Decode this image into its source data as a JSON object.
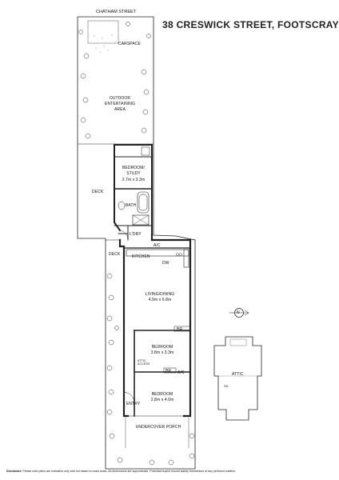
{
  "title": "38 CRESWICK STREET, FOOTSCRAY",
  "street": "CHATHAM STREET",
  "rooms": {
    "carspace": "CARSPACE",
    "outdoor_line1": "OUTDOOR",
    "outdoor_line2": "ENTERTAINING",
    "outdoor_line3": "AREA",
    "deck_upper": "DECK",
    "bedroom_study_line1": "BEDROOM/",
    "bedroom_study_line2": "STUDY",
    "bedroom_study_dims": "2.7m x 3.3m",
    "bath": "BATH",
    "lry": "L'DRY",
    "deck_lower": "DECK",
    "kitchen": "KITCHEN",
    "dw": "DW",
    "ac_kitchen": "A/C",
    "living_line1": "LIVING/DINING",
    "living_dims": "4.9m x 6.8m",
    "br_small": "BR",
    "bedroom2": "BEDROOM",
    "bedroom2_dims": "3.8m x 3.3m",
    "attic_access_line1": "ATTIC",
    "attic_access_line2": "ACCESS",
    "br_small2": "BR",
    "ac_bedroom": "A/C",
    "bedroom1": "BEDROOM",
    "bedroom1_dims": "2.8m x 4.0m",
    "entry": "ENTRY",
    "porch": "UNDERCOVER PORCH",
    "attic": "ATTIC",
    "sk": "SK"
  },
  "compass": {
    "label": "N"
  },
  "disclaimer": {
    "bold": "Disclaimer:",
    "text": " Please note plans are indicative only and not drawn to exact scale. All dimensions are approximate. Potential buyers should satisfy themselves of any pertinent matters."
  }
}
